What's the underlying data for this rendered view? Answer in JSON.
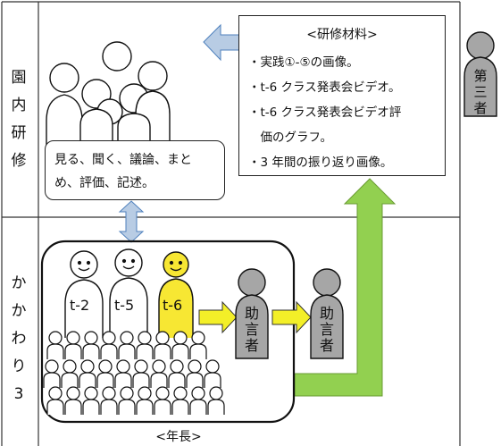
{
  "rows": {
    "top_label": [
      "園",
      "内",
      "研",
      "修"
    ],
    "bottom_label": [
      "か",
      "か",
      "わ",
      "り",
      "3"
    ]
  },
  "materials": {
    "title": "<研修材料>",
    "items": [
      "・実践①-⑤の画像。",
      "・t-6 クラス発表会ビデオ。",
      "・t-6 クラス発表会ビデオ評",
      "　価のグラフ。",
      "・3 年間の振り返り画像。"
    ]
  },
  "activities": {
    "line1": "見る、聞く、議論、まと",
    "line2": "め、評価、記述。"
  },
  "people": {
    "t2": "t-2",
    "t5": "t-5",
    "t6": "t-6",
    "advisor": [
      "助",
      "言",
      "者"
    ],
    "third_party": [
      "第",
      "三",
      "者"
    ]
  },
  "age_label": "<年長>",
  "colors": {
    "highlight_person": "#f7e733",
    "advisor_fill": "#a6a6a6",
    "blue_arrow_fill": "#b8cce4",
    "blue_arrow_stroke": "#4f81bd",
    "green_arrow": "#92d050",
    "yellow_arrow": "#f3ef28"
  }
}
